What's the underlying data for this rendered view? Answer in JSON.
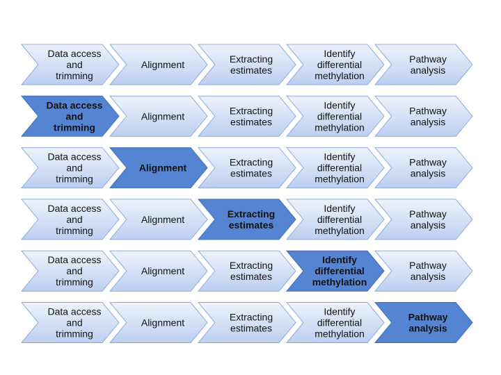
{
  "steps": [
    {
      "lines": [
        "Data access",
        "and",
        "trimming"
      ]
    },
    {
      "lines": [
        "Alignment"
      ]
    },
    {
      "lines": [
        "Extracting",
        "estimates"
      ]
    },
    {
      "lines": [
        "Identify",
        "differential",
        "methylation"
      ]
    },
    {
      "lines": [
        "Pathway",
        "analysis"
      ]
    }
  ],
  "rows": [
    {
      "highlight": null
    },
    {
      "highlight": 0
    },
    {
      "highlight": 1
    },
    {
      "highlight": 2
    },
    {
      "highlight": 3
    },
    {
      "highlight": 4
    }
  ],
  "colors": {
    "inactive_top": "#eef3fd",
    "inactive_bottom": "#bccff0",
    "inactive_stroke": "#8eaadb",
    "active_fill": "#5585d2",
    "active_stroke": "#3f6fb8",
    "text": "#111111"
  }
}
